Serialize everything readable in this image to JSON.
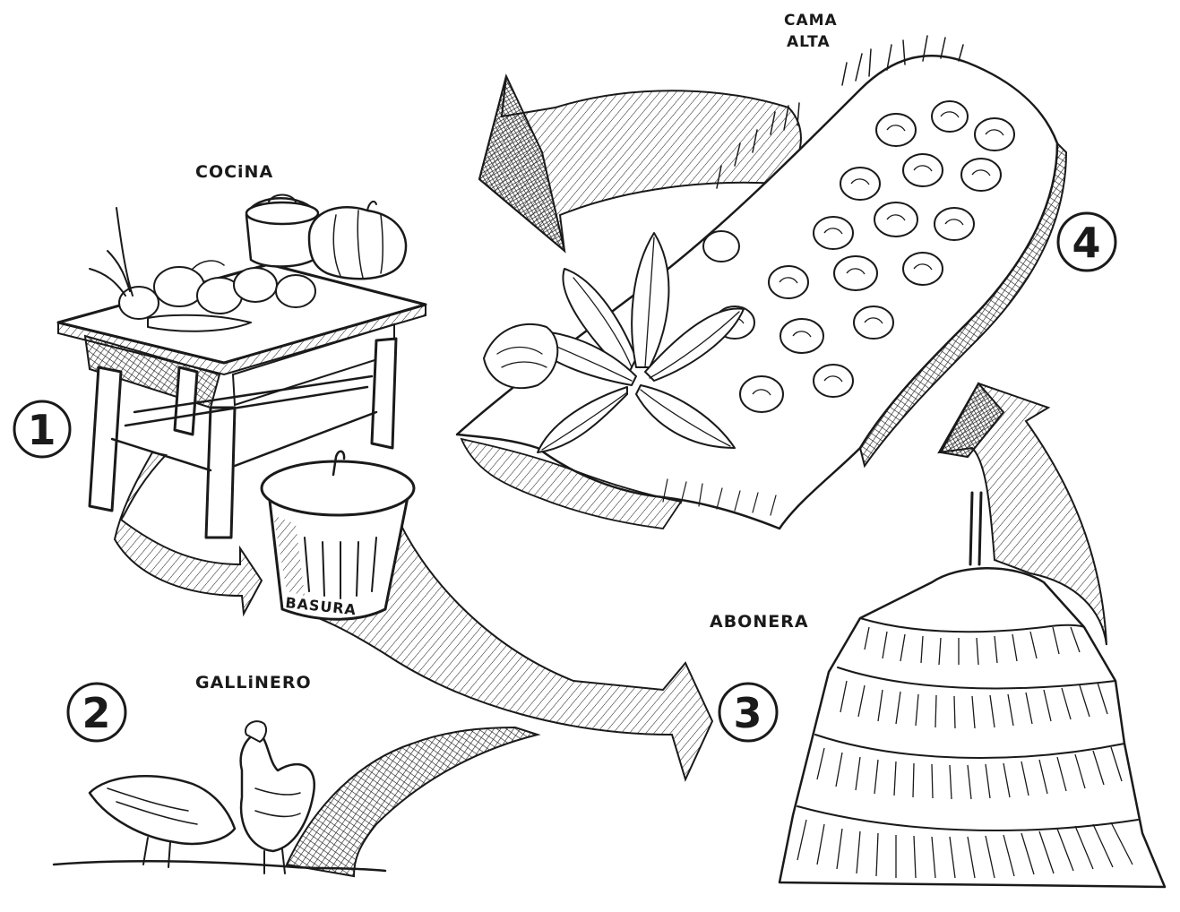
{
  "labels": {
    "cocina": "COCiNA",
    "cama_alta_line1": "CAMA",
    "cama_alta_line2": "ALTA",
    "basura": "BASURA",
    "gallinero": "GALLiNERO",
    "abonera": "ABONERA"
  },
  "steps": [
    "1",
    "2",
    "3",
    "4"
  ],
  "colors": {
    "ink": "#1a1a1a",
    "paper": "#ffffff"
  },
  "icons": [
    "table-icon",
    "trash-can-icon",
    "chickens-icon",
    "compost-pile-icon",
    "raised-bed-icon",
    "arrow-icon"
  ]
}
